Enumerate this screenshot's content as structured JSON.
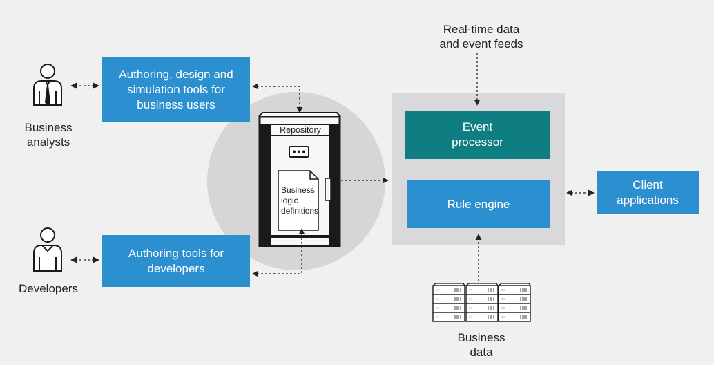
{
  "actors": {
    "business_analysts": [
      "Business",
      "analysts"
    ],
    "developers": "Developers"
  },
  "boxes": {
    "authoring_business": [
      "Authoring, design and",
      "simulation tools for",
      "business users"
    ],
    "authoring_dev": [
      "Authoring tools for",
      "developers"
    ],
    "event_processor": [
      "Event",
      "processor"
    ],
    "rule_engine": "Rule engine",
    "client_apps": [
      "Client",
      "applications"
    ]
  },
  "repository": {
    "title": "Repository",
    "doc": [
      "Business",
      "logic",
      "definitions"
    ]
  },
  "realtime": [
    "Real-time data",
    "and event feeds"
  ],
  "business_data": [
    "Business",
    "data"
  ],
  "colors": {
    "box_blue": "#2b8fd0",
    "box_teal": "#0f7e83",
    "background": "#f0f0f1",
    "circle": "#d6d6d8",
    "panel": "#d9d9db"
  }
}
